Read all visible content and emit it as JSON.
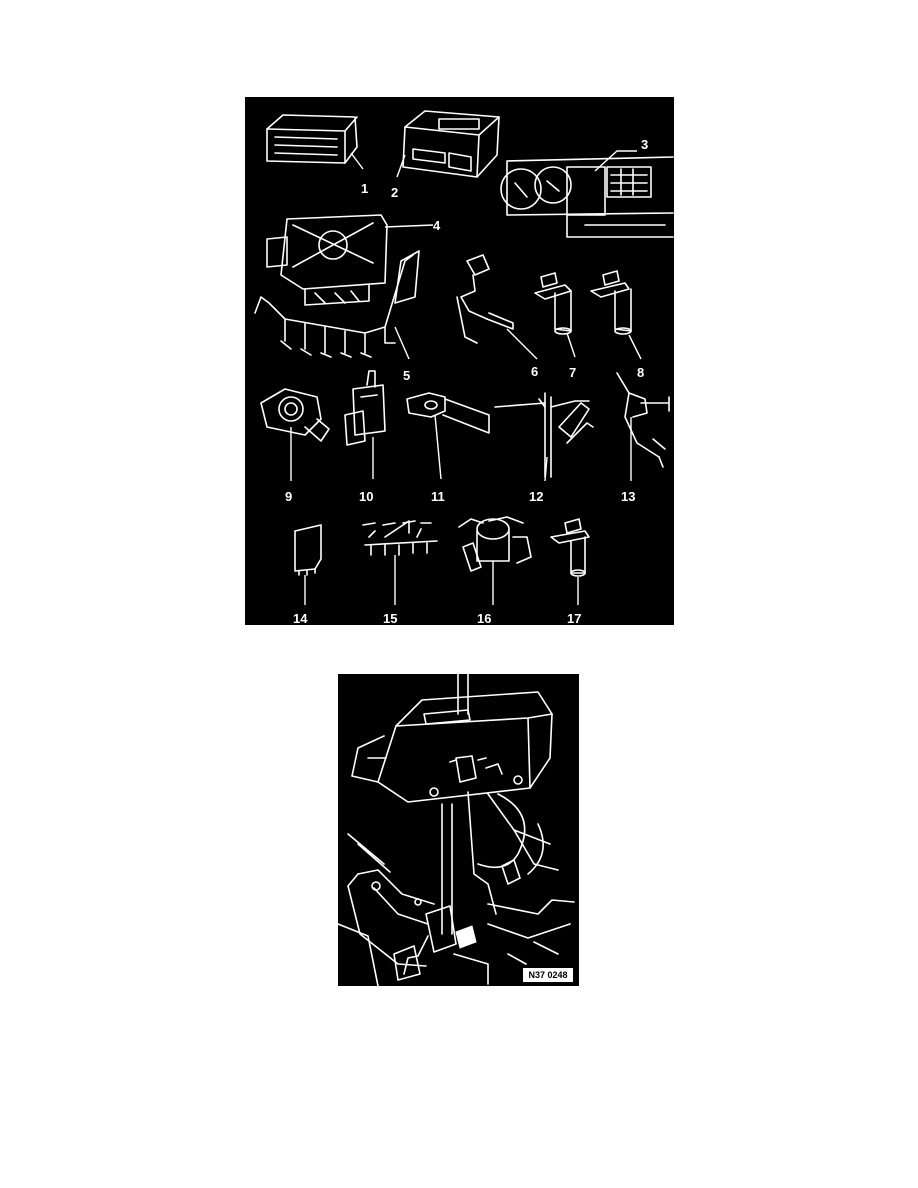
{
  "components_panel": {
    "labels": [
      "1",
      "2",
      "3",
      "4",
      "5",
      "6",
      "7",
      "8",
      "9",
      "10",
      "11",
      "12",
      "13",
      "14",
      "15",
      "16",
      "17"
    ]
  },
  "selector_panel": {
    "code": "N37 0248"
  },
  "colors": {
    "background": "#000000",
    "linework": "#ffffff",
    "page": "#ffffff"
  }
}
